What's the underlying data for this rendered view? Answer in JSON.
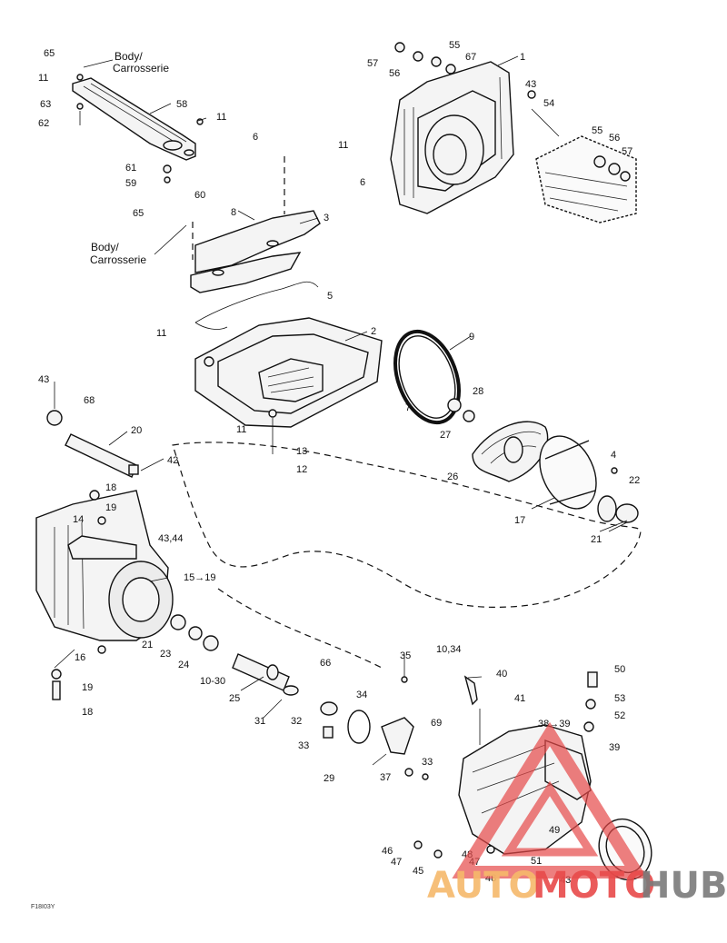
{
  "body_label_top": [
    "Body/",
    "Carrosserie"
  ],
  "body_label_mid": [
    "Body/",
    "Carrosserie"
  ],
  "labels": [
    {
      "id": "65a",
      "text": "65"
    },
    {
      "id": "11a",
      "text": "11"
    },
    {
      "id": "63",
      "text": "63"
    },
    {
      "id": "62",
      "text": "62"
    },
    {
      "id": "58",
      "text": "58"
    },
    {
      "id": "11b",
      "text": "11"
    },
    {
      "id": "61",
      "text": "61"
    },
    {
      "id": "59",
      "text": "59"
    },
    {
      "id": "60",
      "text": "60"
    },
    {
      "id": "6",
      "text": "6"
    },
    {
      "id": "65b",
      "text": "65"
    },
    {
      "id": "8",
      "text": "8"
    },
    {
      "id": "3",
      "text": "3"
    },
    {
      "id": "5",
      "text": "5"
    },
    {
      "id": "57a",
      "text": "57"
    },
    {
      "id": "56a",
      "text": "56"
    },
    {
      "id": "55a",
      "text": "55"
    },
    {
      "id": "67",
      "text": "67"
    },
    {
      "id": "1",
      "text": "1"
    },
    {
      "id": "43a",
      "text": "43"
    },
    {
      "id": "54",
      "text": "54"
    },
    {
      "id": "55b",
      "text": "55"
    },
    {
      "id": "56b",
      "text": "56"
    },
    {
      "id": "57b",
      "text": "57"
    },
    {
      "id": "11c",
      "text": "11"
    },
    {
      "id": "6b",
      "text": "6"
    },
    {
      "id": "11d",
      "text": "11"
    },
    {
      "id": "2",
      "text": "2"
    },
    {
      "id": "9",
      "text": "9"
    },
    {
      "id": "7",
      "text": "7"
    },
    {
      "id": "28",
      "text": "28"
    },
    {
      "id": "27",
      "text": "27"
    },
    {
      "id": "26",
      "text": "26"
    },
    {
      "id": "4",
      "text": "4"
    },
    {
      "id": "22",
      "text": "22"
    },
    {
      "id": "17",
      "text": "17"
    },
    {
      "id": "21a",
      "text": "21"
    },
    {
      "id": "11e",
      "text": "11"
    },
    {
      "id": "13",
      "text": "13"
    },
    {
      "id": "12",
      "text": "12"
    },
    {
      "id": "43b",
      "text": "43"
    },
    {
      "id": "68",
      "text": "68"
    },
    {
      "id": "20",
      "text": "20"
    },
    {
      "id": "42",
      "text": "42"
    },
    {
      "id": "18a",
      "text": "18"
    },
    {
      "id": "19a",
      "text": "19"
    },
    {
      "id": "14",
      "text": "14"
    },
    {
      "id": "4344",
      "text": "43,44"
    },
    {
      "id": "1519",
      "text": "15→19"
    },
    {
      "id": "21b",
      "text": "21"
    },
    {
      "id": "23",
      "text": "23"
    },
    {
      "id": "24",
      "text": "24"
    },
    {
      "id": "1030",
      "text": "10-30"
    },
    {
      "id": "16",
      "text": "16"
    },
    {
      "id": "19b",
      "text": "19"
    },
    {
      "id": "18b",
      "text": "18"
    },
    {
      "id": "25",
      "text": "25"
    },
    {
      "id": "66",
      "text": "66"
    },
    {
      "id": "31",
      "text": "31"
    },
    {
      "id": "32",
      "text": "32"
    },
    {
      "id": "33a",
      "text": "33"
    },
    {
      "id": "34",
      "text": "34"
    },
    {
      "id": "35",
      "text": "35"
    },
    {
      "id": "1034",
      "text": "10,34"
    },
    {
      "id": "69",
      "text": "69"
    },
    {
      "id": "29",
      "text": "29"
    },
    {
      "id": "37",
      "text": "37"
    },
    {
      "id": "33b",
      "text": "33"
    },
    {
      "id": "40",
      "text": "40"
    },
    {
      "id": "41",
      "text": "41"
    },
    {
      "id": "50",
      "text": "50"
    },
    {
      "id": "53",
      "text": "53"
    },
    {
      "id": "52",
      "text": "52"
    },
    {
      "id": "3839",
      "text": "38→39"
    },
    {
      "id": "39",
      "text": "39"
    },
    {
      "id": "49",
      "text": "49"
    },
    {
      "id": "46",
      "text": "46"
    },
    {
      "id": "47a",
      "text": "47"
    },
    {
      "id": "48a",
      "text": "48"
    },
    {
      "id": "47b",
      "text": "47"
    },
    {
      "id": "51",
      "text": "51"
    },
    {
      "id": "45",
      "text": "45"
    },
    {
      "id": "48b",
      "text": "48"
    },
    {
      "id": "43c",
      "text": "43"
    }
  ],
  "figure_ref": "F18I03Y",
  "watermark": {
    "part1": "AUTO",
    "part2": "MOTO",
    "part3": "HUB"
  }
}
